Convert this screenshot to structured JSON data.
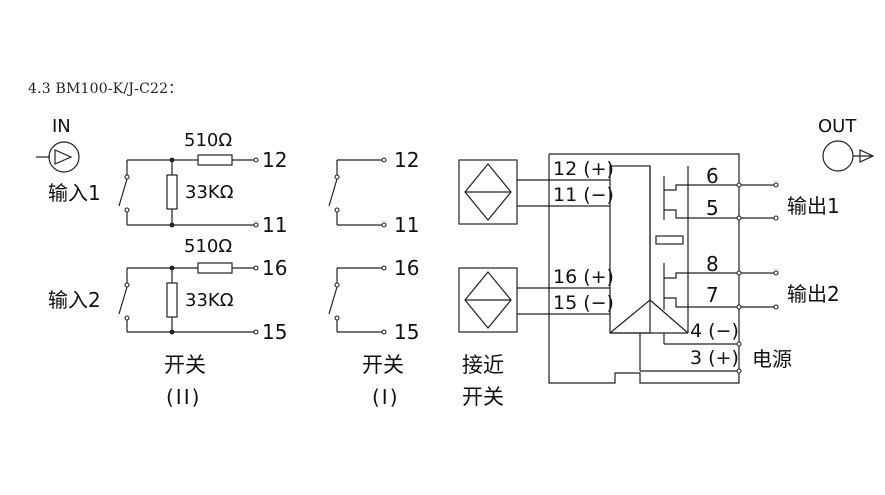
{
  "heading": "4.3 BM100-K/J-C22：",
  "left": {
    "in_label": "IN",
    "resistor_series": "510Ω",
    "resistor_shunt": "33KΩ",
    "input1_label": "输入1",
    "input2_label": "输入2",
    "terminals": [
      "12",
      "11",
      "16",
      "15"
    ],
    "caption_line1": "开关",
    "caption_line2": "(II)"
  },
  "middle": {
    "terminals": [
      "12",
      "11",
      "16",
      "15"
    ],
    "caption_line1": "开关",
    "caption_line2": "(I)"
  },
  "proximity": {
    "caption_line1": "接近",
    "caption_line2": "开关"
  },
  "module": {
    "inputs": [
      "12 (+)",
      "11 (−)",
      "16 (+)",
      "15 (−)"
    ],
    "outputs": [
      "6",
      "5",
      "8",
      "7"
    ],
    "power": [
      "4 (−)",
      "3 (+)"
    ]
  },
  "right": {
    "out_label": "OUT",
    "output1_label": "输出1",
    "output2_label": "输出2",
    "power_label": "电源"
  }
}
